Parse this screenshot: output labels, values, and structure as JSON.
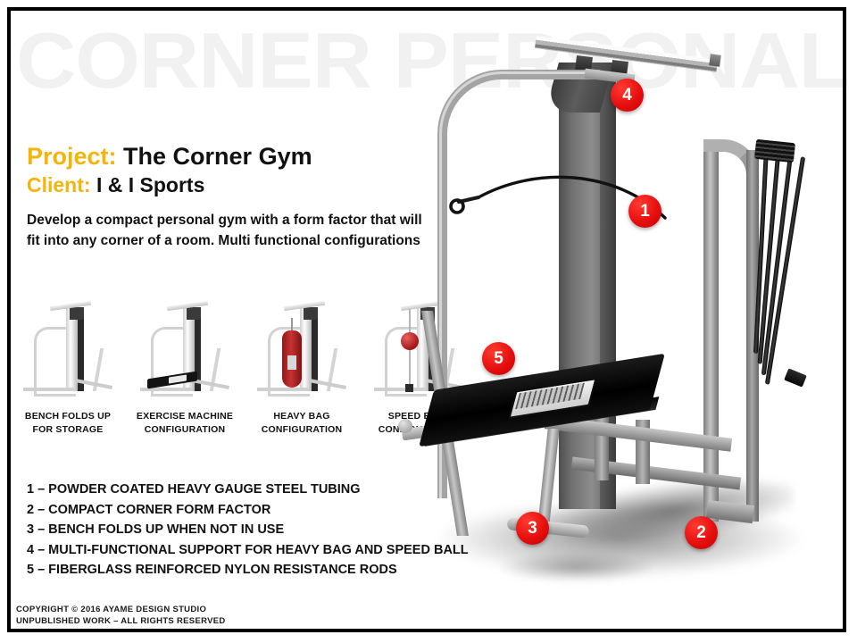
{
  "slide": {
    "watermark_title": "CORNER PERSONAL GYM",
    "accent_color": "#f5b40a",
    "badge_color": "#e60f0f",
    "frame_color": "#000000",
    "background_color": "#ffffff"
  },
  "header": {
    "project_key": "Project:",
    "project_value": "The Corner Gym",
    "client_key": "Client:",
    "client_value": "I & I Sports",
    "brief_line_1": "Develop a compact personal gym with a form factor that will",
    "brief_line_2": "fit into any corner of a room. Multi functional configurations"
  },
  "thumbnails": [
    {
      "id": "bench-folded",
      "caption_line_1": "BENCH FOLDS UP",
      "caption_line_2": "FOR STORAGE"
    },
    {
      "id": "exercise-machine",
      "caption_line_1": "EXERCISE  MACHINE",
      "caption_line_2": "CONFIGURATION"
    },
    {
      "id": "heavy-bag",
      "caption_line_1": "HEAVY BAG",
      "caption_line_2": "CONFIGURATION"
    },
    {
      "id": "speed-ball",
      "caption_line_1": "SPEED  BALL",
      "caption_line_2": "CONFIGURATION"
    }
  ],
  "specs": [
    {
      "number": "1",
      "text": "1 – POWDER COATED HEAVY GAUGE STEEL TUBING"
    },
    {
      "number": "2",
      "text": "2 – COMPACT CORNER FORM FACTOR"
    },
    {
      "number": "3",
      "text": "3 – BENCH FOLDS UP WHEN NOT IN USE"
    },
    {
      "number": "4",
      "text": "4 – MULTI-FUNCTIONAL SUPPORT FOR HEAVY BAG AND SPEED BALL"
    },
    {
      "number": "5",
      "text": "5 – FIBERGLASS REINFORCED NYLON RESISTANCE RODS"
    }
  ],
  "callouts": [
    {
      "id": "callout-1",
      "label": "1"
    },
    {
      "id": "callout-2",
      "label": "2"
    },
    {
      "id": "callout-3",
      "label": "3"
    },
    {
      "id": "callout-4",
      "label": "4"
    },
    {
      "id": "callout-5",
      "label": "5"
    }
  ],
  "footer": {
    "copyright_line_1": "COPYRIGHT © 2016 AYAME DESIGN  STUDIO",
    "copyright_line_2": "UNPUBLISHED  WORK  – ALL RIGHTS RESERVED"
  }
}
